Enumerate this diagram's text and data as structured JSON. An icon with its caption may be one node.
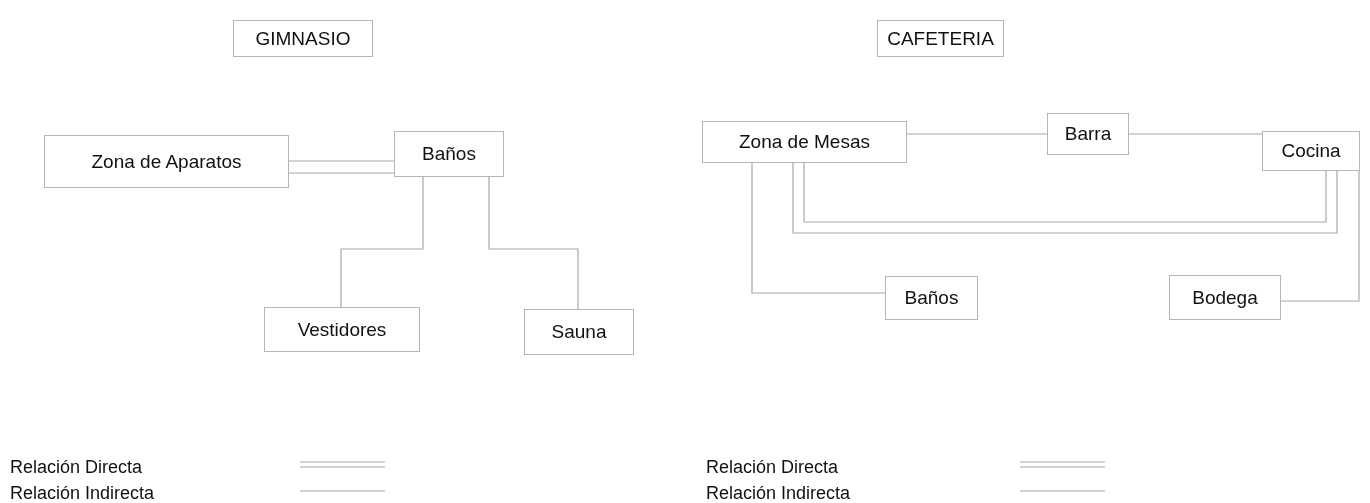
{
  "diagram": {
    "nodes": [
      {
        "text": [
          "GIMNASIO"
        ]
      },
      {
        "text": [
          "CAFETERIA"
        ]
      },
      {
        "text": [
          "Zona de Aparatos"
        ]
      },
      {
        "text": [
          "Baños"
        ]
      },
      {
        "text": [
          "Vestidores"
        ]
      },
      {
        "text": [
          "Sauna"
        ]
      },
      {
        "text": [
          "Zona de Mesas"
        ]
      },
      {
        "text": [
          "Barra"
        ]
      },
      {
        "text": [
          "Cocina"
        ]
      },
      {
        "text": [
          "Baños"
        ]
      },
      {
        "text": [
          "Bodega"
        ]
      }
    ],
    "edges": [
      {
        "from": 2,
        "to": 3,
        "arrow": "none"
      },
      {
        "from": 2,
        "to": 3,
        "arrow": "none"
      },
      {
        "from": 3,
        "to": 4,
        "arrow": "none"
      },
      {
        "from": 3,
        "to": 5,
        "arrow": "none"
      },
      {
        "from": 6,
        "to": 7,
        "arrow": "none"
      },
      {
        "from": 7,
        "to": 8,
        "arrow": "none"
      },
      {
        "from": 6,
        "to": 8,
        "arrow": "none"
      },
      {
        "from": 6,
        "to": 8,
        "arrow": "none"
      },
      {
        "from": 6,
        "to": 9,
        "arrow": "none"
      },
      {
        "from": 8,
        "to": 10,
        "arrow": "none"
      }
    ],
    "legend": [
      {
        "text": "Relación Directa"
      },
      {
        "text": "Relación Directa"
      },
      {
        "text": "Relación Indirecta"
      },
      {
        "text": "Relación Indirecta"
      }
    ]
  }
}
